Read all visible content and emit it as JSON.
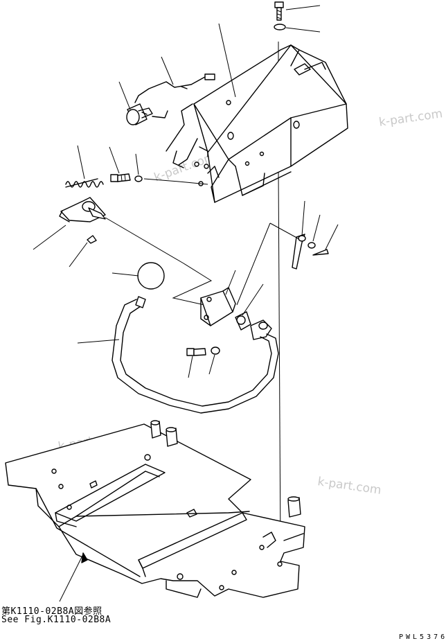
{
  "reference": {
    "line1": "第K1110-02B8A図参照",
    "line2": "See Fig.K1110-02B8A"
  },
  "drawing_code": "PWL5376",
  "watermark": "k-part.com"
}
